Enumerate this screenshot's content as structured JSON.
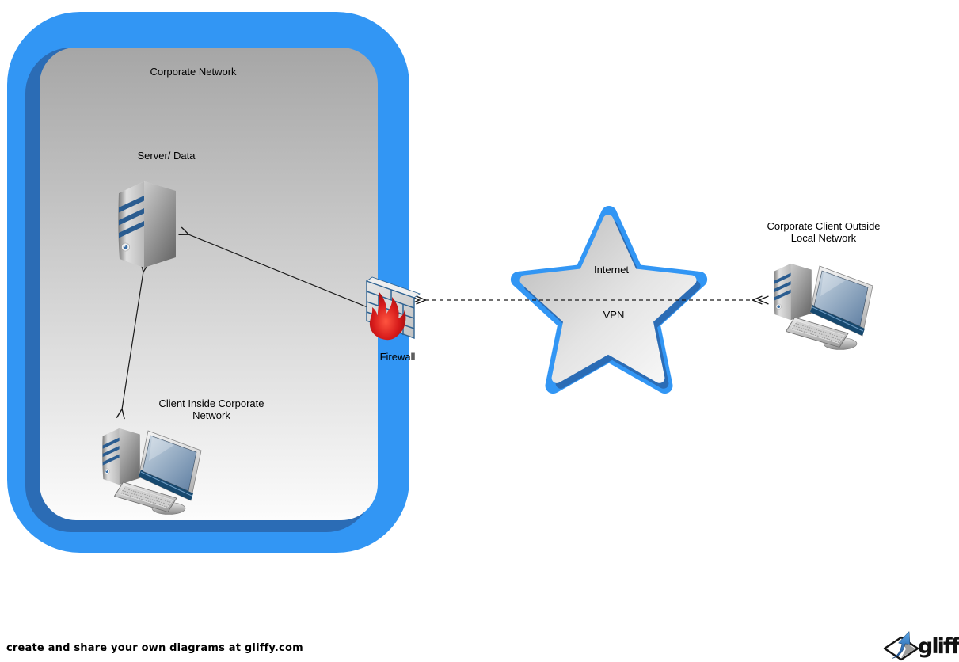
{
  "labels": {
    "corporate_network": "Corporate Network",
    "server": "Server/ Data",
    "client_inside": "Client Inside Corporate\nNetwork",
    "firewall": "Firewall",
    "internet": "Internet",
    "vpn": "VPN",
    "client_outside": "Corporate Client Outside\nLocal Network"
  },
  "footer": {
    "tagline": "create and share your own diagrams at gliffy.com",
    "brand": "gliffy"
  },
  "icons": {
    "server": "server-tower-icon",
    "client_inside": "desktop-computer-icon",
    "client_outside": "desktop-computer-icon",
    "firewall": "brick-wall-flame-icon",
    "internet": "rounded-star-shape",
    "brand": "gliffy-diamond-arrow-icon"
  },
  "colors": {
    "accent_blue": "#3296F4",
    "shadow_blue": "#2B6CB5",
    "panel_gray_top": "#A6A6A6",
    "panel_gray_bottom": "#FCFCFC",
    "stripe_blue": "#2A5C90",
    "mortar_blue": "#2F6392",
    "flame_red": "#D61A1A",
    "line_black": "#1A1A1A"
  }
}
